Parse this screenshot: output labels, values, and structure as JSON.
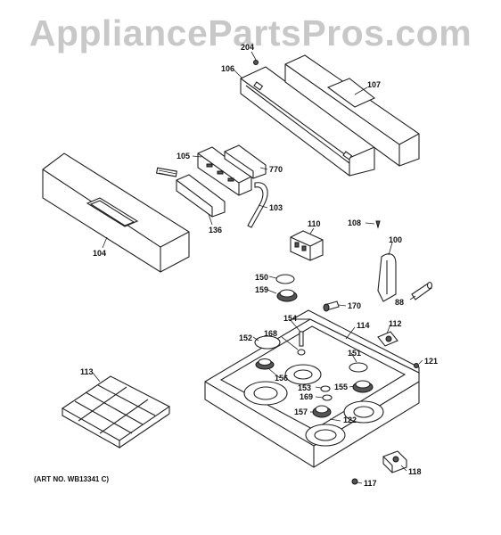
{
  "watermark": "AppliancePartsPros.com",
  "art_number": "(ART NO. WB13341 C)",
  "part_labels": {
    "p204": "204",
    "p106": "106",
    "p107": "107",
    "p105": "105",
    "p770": "770",
    "p136": "136",
    "p103": "103",
    "p104": "104",
    "p110": "110",
    "p108": "108",
    "p100": "100",
    "p88": "88",
    "p150": "150",
    "p159": "159",
    "p170": "170",
    "p154": "154",
    "p114": "114",
    "p112": "112",
    "p152": "152",
    "p168": "168",
    "p151": "151",
    "p121": "121",
    "p113": "113",
    "p156": "156",
    "p153": "153",
    "p155": "155",
    "p169": "169",
    "p157": "157",
    "p122": "122",
    "p117": "117",
    "p118": "118"
  }
}
